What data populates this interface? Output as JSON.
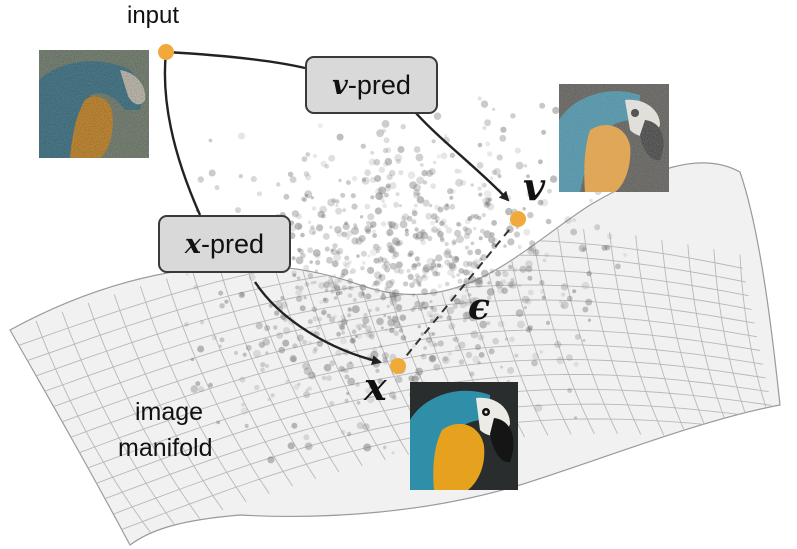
{
  "labels": {
    "input": "input",
    "manifold_line1": "image",
    "manifold_line2": "manifold",
    "v_pred_symbol": "v",
    "v_pred_suffix": "-pred",
    "x_pred_symbol": "x",
    "x_pred_suffix": "-pred",
    "v_point": "v",
    "x_point": "x",
    "epsilon": "ϵ"
  },
  "colors": {
    "point": "#f2a93b",
    "box_fill": "#d9d9d9",
    "box_stroke": "#3a3a3a",
    "arrow": "#222222",
    "grid": "#b8b8b8",
    "surface": "#f1f1f1",
    "scatter": "#6e6e6e",
    "parrot_blue": "#2f8fa8",
    "parrot_yellow": "#e6a21e"
  },
  "images": [
    {
      "name": "noisy-input-parrot",
      "noise": "high"
    },
    {
      "name": "v-target-parrot",
      "noise": "medium"
    },
    {
      "name": "clean-parrot",
      "noise": "none"
    }
  ]
}
